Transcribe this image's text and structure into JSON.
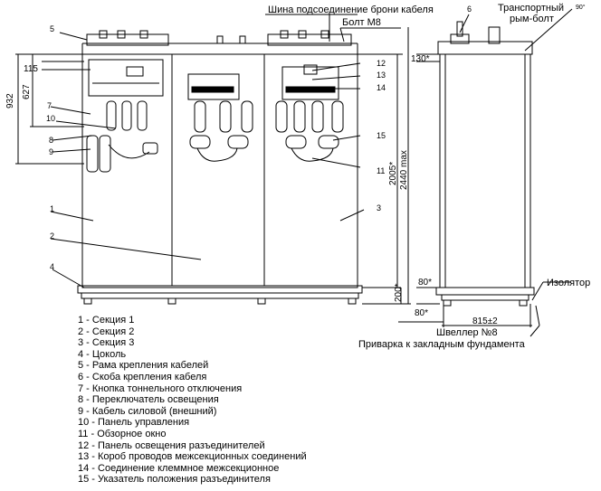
{
  "callouts": {
    "c1": "1",
    "c2": "2",
    "c3": "3",
    "c4": "4",
    "c5": "5",
    "c6": "6",
    "c7": "7",
    "c8": "8",
    "c9": "9",
    "c10": "10",
    "c11": "11",
    "c12": "12",
    "c13": "13",
    "c14": "14",
    "c15": "15"
  },
  "labels": {
    "bus": "Шина подсоединение брони кабеля",
    "bolt": "Болт М8",
    "transport_1": "Транспортный",
    "transport_2": "рым-болт",
    "insulator": "Изолятор",
    "channel": "Швеллер №8",
    "welding": "Приварка к закладным фундамента",
    "deg": "90°"
  },
  "dimensions": {
    "d932": "932",
    "d627": "627",
    "d115": "115",
    "d130": "130*",
    "d2005": "2005*",
    "d2440": "2440 max",
    "d200": "200*",
    "d80a": "80*",
    "d80b": "80*",
    "d815": "815±2"
  },
  "legend": [
    "1 - Секция 1",
    "2 - Секция 2",
    "3 - Секция 3",
    "4 - Цоколь",
    "5 - Рама крепления кабелей",
    "6 - Скоба крепления кабеля",
    "7 - Кнопка тоннельного отключения",
    "8 - Переключатель освещения",
    "9 - Кабель силовой (внешний)",
    "10 - Панель управления",
    "11 - Обзорное окно",
    "12 - Панель освещения разъединителей",
    "13 - Короб проводов межсекционных соединений",
    "14 - Соединение клеммное межсекционное",
    "15 - Указатель положения разъединителя"
  ]
}
